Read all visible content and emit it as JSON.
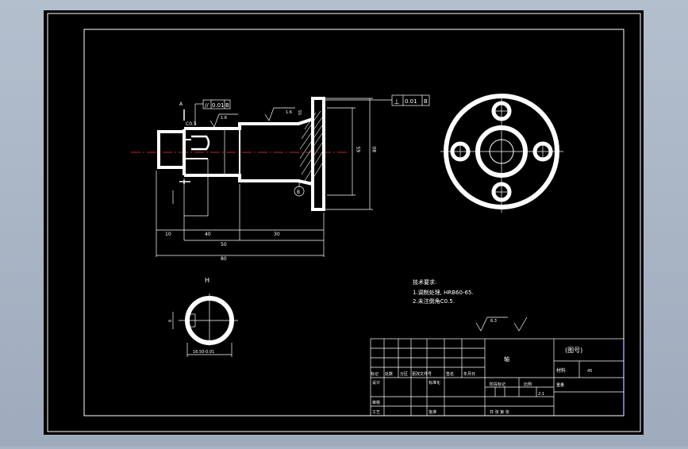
{
  "colors": {
    "desktop_bg": "#a7b3c3",
    "paper_bg": "#000000",
    "line": "#ffffff",
    "centerline": "#ff3030",
    "border_accent": "#3a47d0"
  },
  "main_view": {
    "tol_left_symbol": "//",
    "tol_left_value": "0.01",
    "tol_left_datum": "B",
    "tol_right_symbol": "⊥",
    "tol_right_value": "0.01",
    "tol_right_datum": "B",
    "surface_left": "1.6",
    "surface_mid": "1.6",
    "chamfer_note": "C0.5",
    "datum_b": "B",
    "dim_10": "10",
    "dim_40": "40",
    "dim_50": "50",
    "dim_30": "30",
    "dim_total": "80",
    "dim_flange_h": "55",
    "dim_dia_1": "65",
    "dim_dia_2": "80",
    "section_mark": "A"
  },
  "section_view": {
    "label": "H",
    "dim_width": "6",
    "dim_diameter": "16.50-0.01"
  },
  "tech_requirements": {
    "title": "技术要求:",
    "item1": "1.调制处理, HRB60-65.",
    "item2": "2.未注倒角C0.5."
  },
  "roughness_symbol": "6.3",
  "title_block": {
    "part_name": "轴",
    "drawing_no": "(图号)",
    "material_label": "材料",
    "material_value": "45",
    "row_labels": [
      "标记",
      "处数",
      "分区",
      "更改文件号",
      "签名",
      "年月日"
    ],
    "designer": "设计",
    "standardized": "标准化",
    "stage_mark": "阶段标记",
    "weight": "重量",
    "scale": "比例",
    "scale_value": "2:1",
    "review": "审核",
    "craft": "工艺",
    "approve": "批准",
    "sheet": "共 张 第 张"
  }
}
